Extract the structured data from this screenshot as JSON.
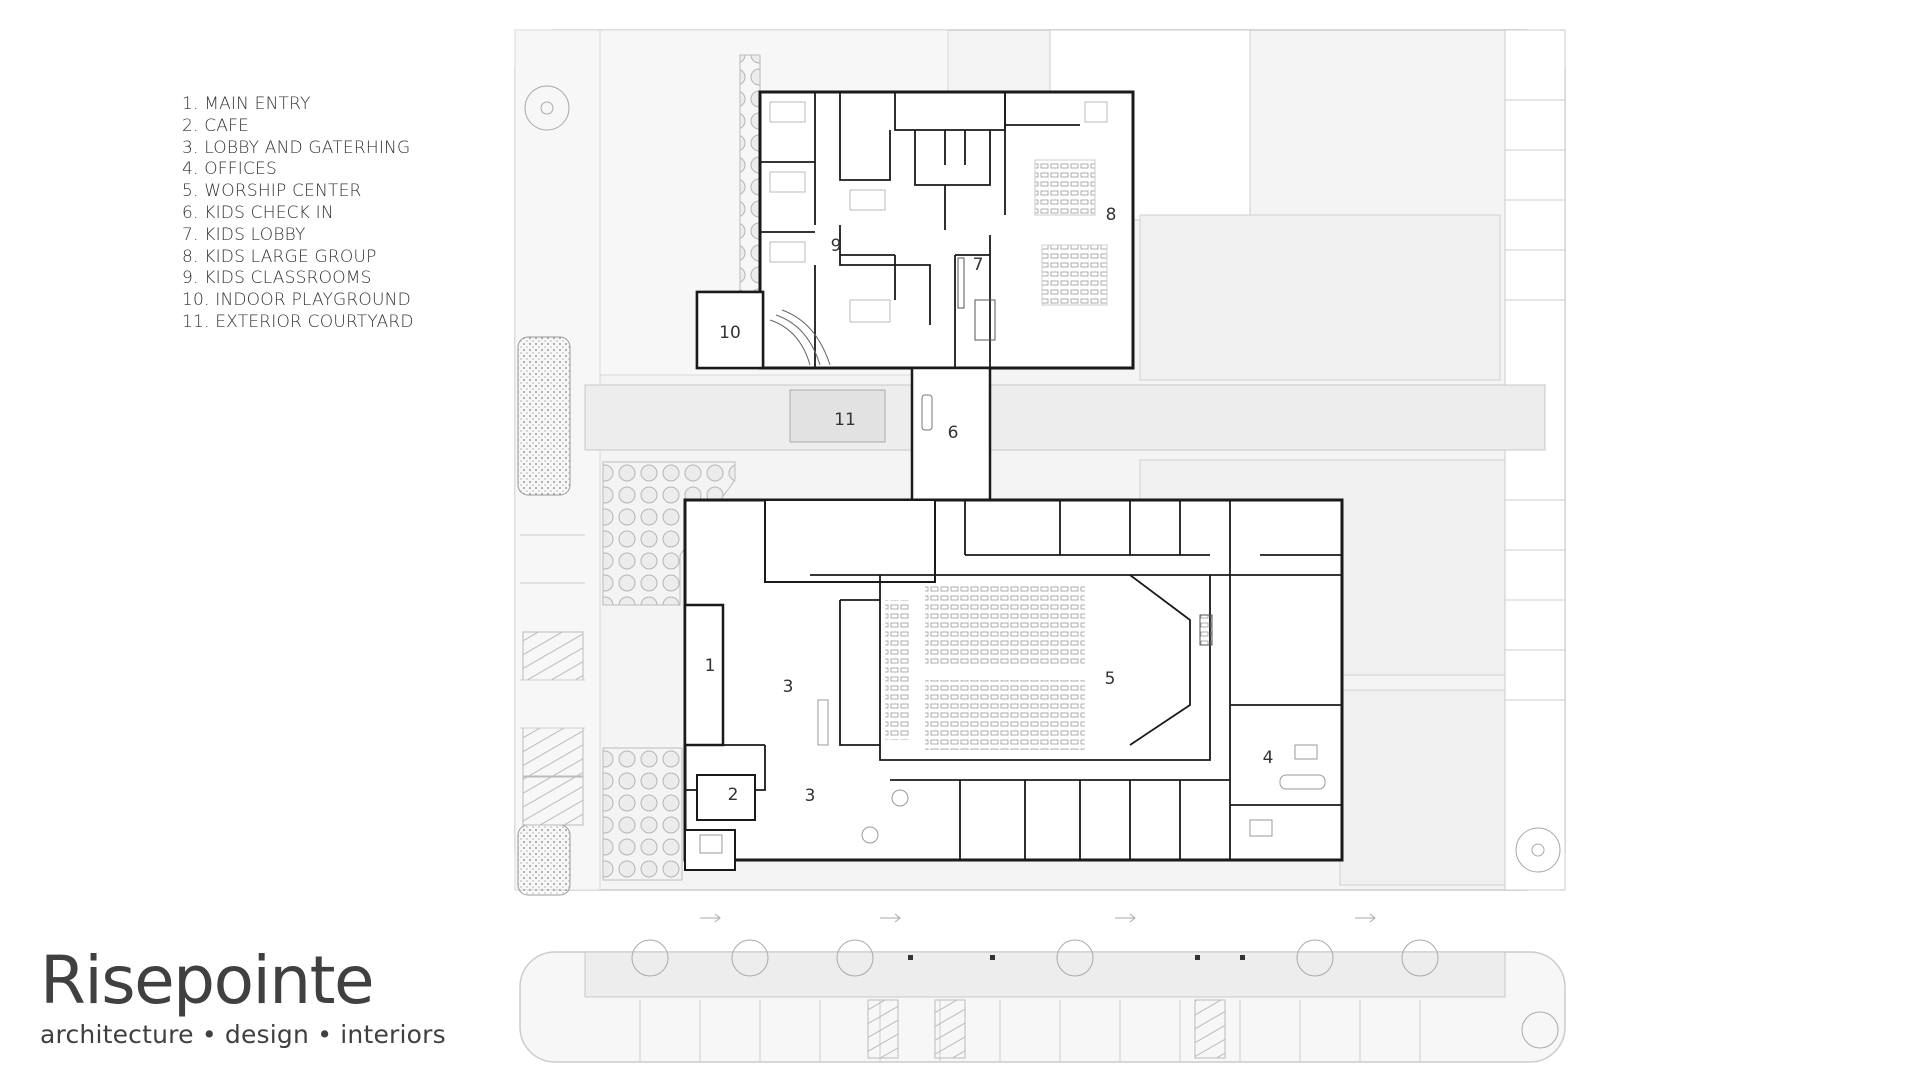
{
  "legend": {
    "items": [
      "1.  MAIN ENTRY",
      "2. CAFE",
      "3. LOBBY AND GATERHING",
      "4. OFFICES",
      "5. WORSHIP CENTER",
      "6. KIDS CHECK IN",
      "7. KIDS LOBBY",
      "8. KIDS LARGE GROUP",
      "9. KIDS CLASSROOMS",
      "10. INDOOR PLAYGROUND",
      "11. EXTERIOR COURTYARD"
    ]
  },
  "brand": {
    "name": "Risepointe",
    "tagline": "architecture • design • interiors"
  },
  "plan": {
    "room_labels": {
      "main_entry": "1",
      "cafe": "2",
      "lobby_upper": "3",
      "lobby_lower": "3",
      "offices": "4",
      "worship_center": "5",
      "kids_check_in": "6",
      "kids_lobby": "7",
      "kids_large_group": "8",
      "kids_classrooms": "9",
      "indoor_playground": "10",
      "exterior_courtyard": "11"
    },
    "colors": {
      "wall": "#1a1a1a",
      "site_fill": "#f2f2f2",
      "paving": "#e8e8e8",
      "landscape": "#d4d4d4",
      "linework": "#bbbbbb"
    }
  }
}
